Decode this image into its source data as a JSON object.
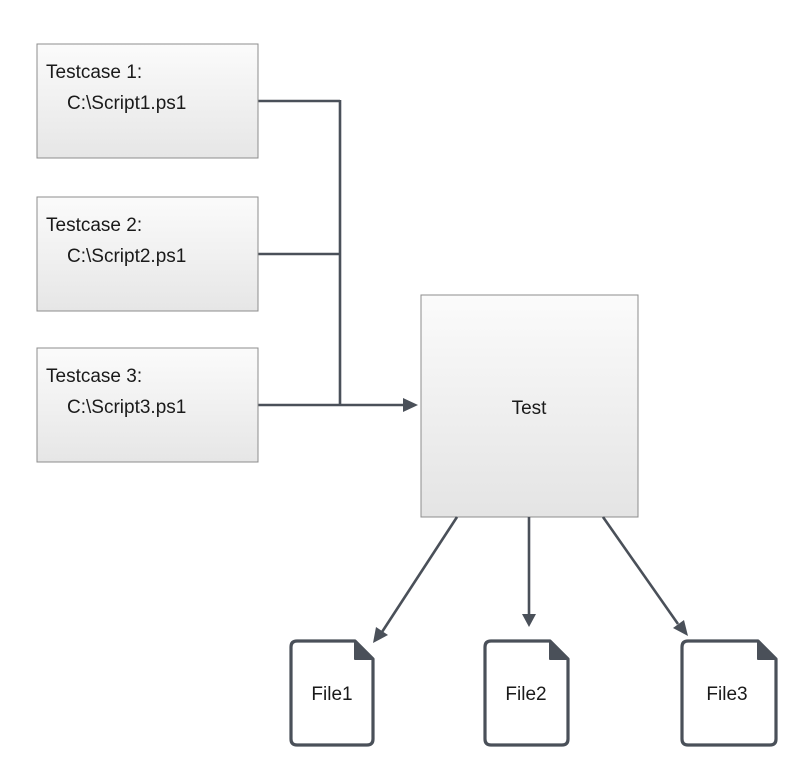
{
  "testcases": [
    {
      "title": "Testcase 1:",
      "path": "C:\\Script1.ps1"
    },
    {
      "title": "Testcase 2:",
      "path": "C:\\Script2.ps1"
    },
    {
      "title": "Testcase 3:",
      "path": "C:\\Script3.ps1"
    }
  ],
  "test": {
    "label": "Test"
  },
  "files": [
    {
      "label": "File1"
    },
    {
      "label": "File2"
    },
    {
      "label": "File3"
    }
  ],
  "colors": {
    "box_fill_top": "#fbfbfb",
    "box_fill_bottom": "#e6e6e6",
    "box_border": "#8c8c8c",
    "connector": "#4a5059",
    "file_stroke": "#4a5059",
    "text": "#1a1a1a"
  }
}
